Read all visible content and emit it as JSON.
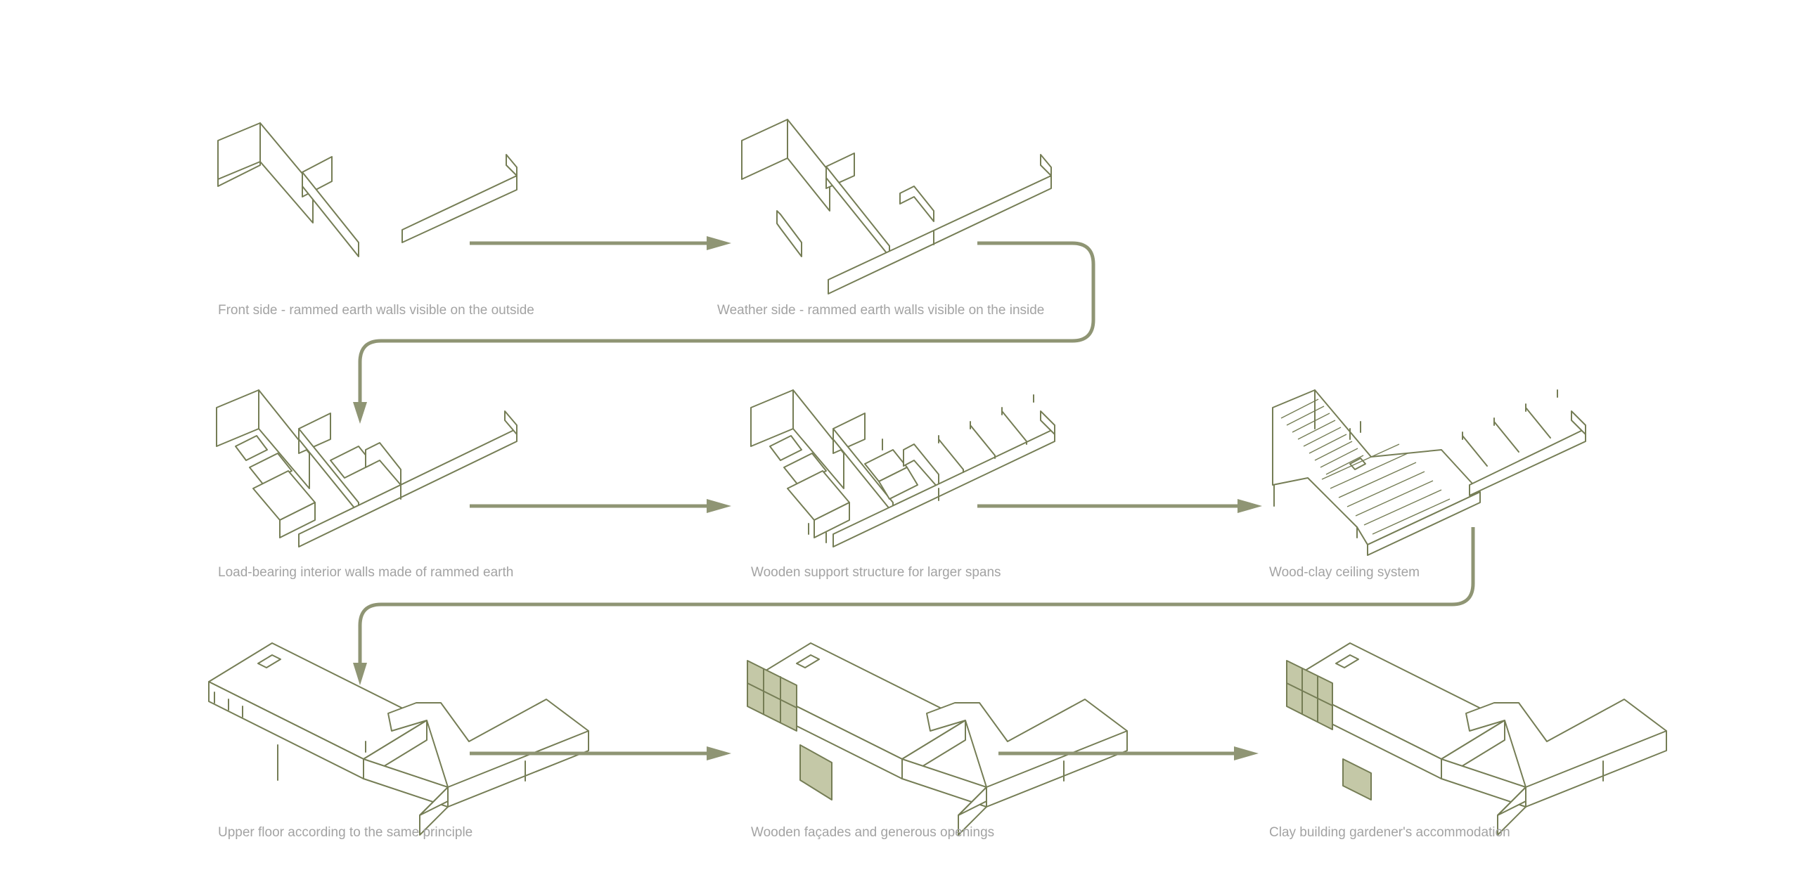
{
  "steps": [
    {
      "id": "front-side",
      "caption": "Front side - rammed earth walls visible on the outside"
    },
    {
      "id": "weather-side",
      "caption": "Weather side - rammed earth walls visible on the inside"
    },
    {
      "id": "interior-walls",
      "caption": "Load-bearing interior walls made of rammed earth"
    },
    {
      "id": "wooden-support",
      "caption": "Wooden support structure for larger spans"
    },
    {
      "id": "ceiling-system",
      "caption": "Wood-clay ceiling system"
    },
    {
      "id": "upper-floor",
      "caption": "Upper floor according to the same principle"
    },
    {
      "id": "wooden-facades",
      "caption": "Wooden façades and generous openings"
    },
    {
      "id": "clay-building",
      "caption": "Clay building gardener's accommodation"
    }
  ],
  "colors": {
    "line": "#757d55",
    "arrow": "#8f9574",
    "caption": "#a3a3a3",
    "facade_shade": "#c4c8a7",
    "background": "#ffffff"
  }
}
